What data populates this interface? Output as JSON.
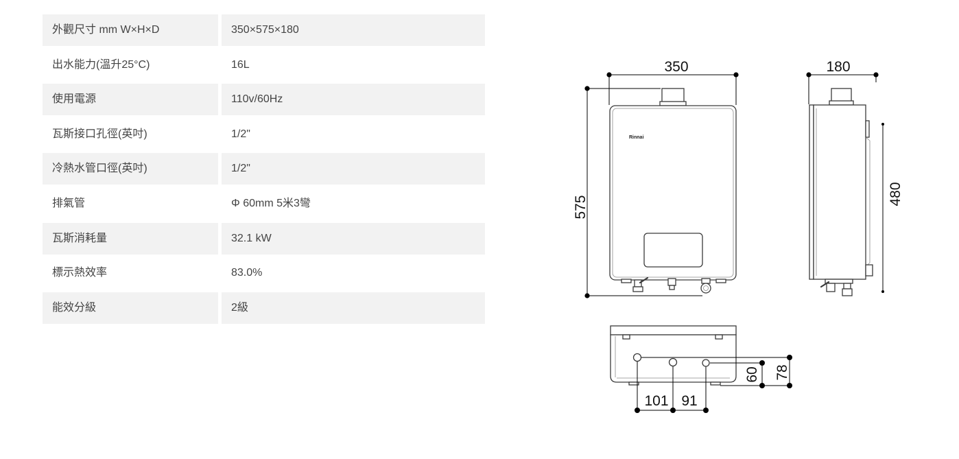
{
  "specs": {
    "rows": [
      {
        "label": "外觀尺寸 mm W×H×D",
        "value": "350×575×180"
      },
      {
        "label": "出水能力(溫升25°C)",
        "value": "16L"
      },
      {
        "label": "使用電源",
        "value": "110v/60Hz"
      },
      {
        "label": "瓦斯接口孔徑(英吋)",
        "value": "1/2\""
      },
      {
        "label": "冷熱水管口徑(英吋)",
        "value": "1/2\""
      },
      {
        "label": "排氣管",
        "value": "Φ 60mm 5米3彎"
      },
      {
        "label": "瓦斯消耗量",
        "value": "32.1 kW"
      },
      {
        "label": "標示熱效率",
        "value": "83.0%"
      },
      {
        "label": "能效分級",
        "value": "2級"
      }
    ]
  },
  "diagram": {
    "brand_logo": "Rinnai",
    "front": {
      "width_label": "350",
      "height_label": "575"
    },
    "side": {
      "depth_label": "180",
      "height_label": "480"
    },
    "bottom": {
      "spacing_left_label": "101",
      "spacing_right_label": "91",
      "offset_inner_label": "60",
      "offset_outer_label": "78"
    }
  },
  "colors": {
    "row_shade": "#f2f2f2",
    "text": "#444444",
    "drawing_ink": "#000000"
  }
}
